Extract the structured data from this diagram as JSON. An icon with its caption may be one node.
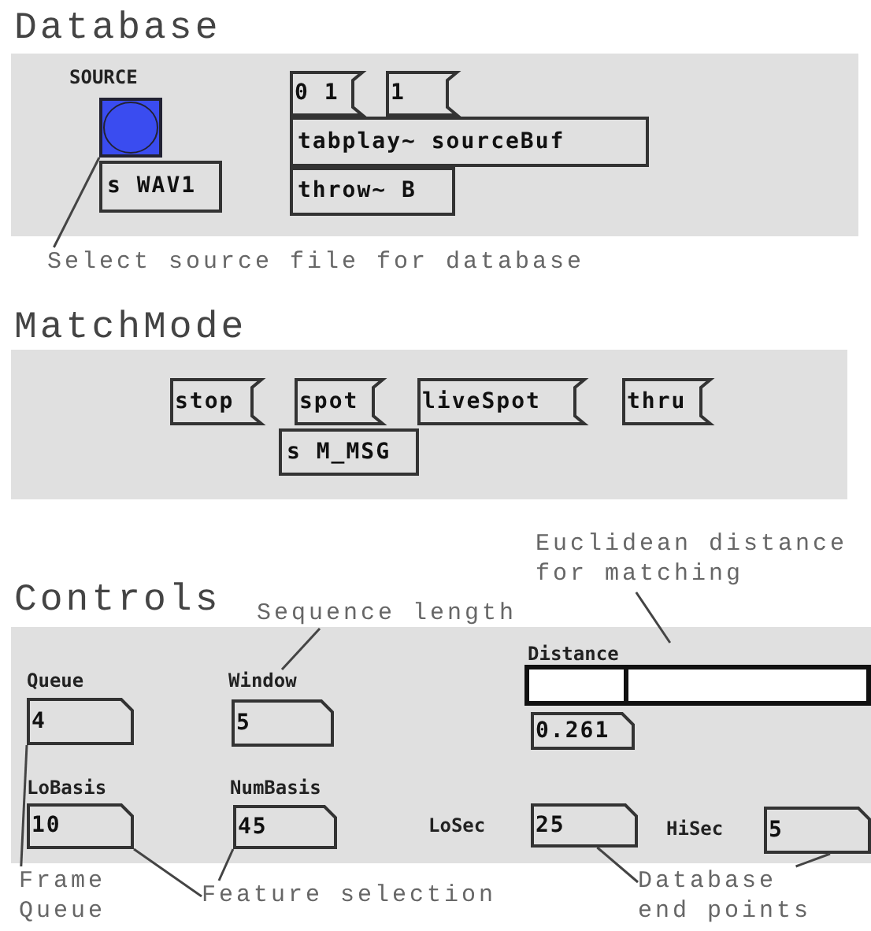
{
  "diagram": {
    "nodes": [
      {
        "text": [
          "Database"
        ]
      },
      {
        "text": [
          "SOURCE"
        ],
        "in": 0
      },
      {
        "text": [
          "s WAV1"
        ],
        "in": 0
      },
      {
        "text": [
          "0 1"
        ],
        "in": 0
      },
      {
        "text": [
          "1"
        ],
        "in": 0
      },
      {
        "text": [
          "tabplay~ sourceBuf"
        ],
        "in": 0
      },
      {
        "text": [
          "throw~ B"
        ],
        "in": 0
      },
      {
        "text": [
          "Select source file for database"
        ]
      },
      {
        "text": [
          "MatchMode"
        ]
      },
      {
        "text": [
          "stop"
        ],
        "in": 8
      },
      {
        "text": [
          "spot"
        ],
        "in": 8
      },
      {
        "text": [
          "liveSpot"
        ],
        "in": 8
      },
      {
        "text": [
          "thru"
        ],
        "in": 8
      },
      {
        "text": [
          "s M_MSG"
        ],
        "in": 8
      },
      {
        "text": [
          "Controls"
        ]
      },
      {
        "text": [
          "Queue",
          "4"
        ],
        "in": 14
      },
      {
        "text": [
          "Window",
          "5"
        ],
        "in": 14
      },
      {
        "text": [
          "Distance"
        ],
        "in": 14
      },
      {
        "text": [
          "0.261"
        ],
        "in": 14
      },
      {
        "text": [
          "LoBasis",
          "10"
        ],
        "in": 14
      },
      {
        "text": [
          "NumBasis",
          "45"
        ],
        "in": 14
      },
      {
        "text": [
          "LoSec",
          "25"
        ],
        "in": 14
      },
      {
        "text": [
          "HiSec",
          "5"
        ],
        "in": 14
      },
      {
        "text": [
          "Frame Queue"
        ]
      },
      {
        "text": [
          "Feature selection"
        ]
      },
      {
        "text": [
          "Database end points"
        ]
      },
      {
        "text": [
          "Sequence length"
        ]
      },
      {
        "text": [
          "Euclidean distance for matching"
        ]
      }
    ],
    "edges": [
      {
        "from": 7,
        "to": 1,
        "arrow": "none"
      },
      {
        "from": 23,
        "to": 15,
        "arrow": "none"
      },
      {
        "from": 24,
        "to": 19,
        "arrow": "none"
      },
      {
        "from": 24,
        "to": 20,
        "arrow": "none"
      },
      {
        "from": 25,
        "to": 21,
        "arrow": "none"
      },
      {
        "from": 25,
        "to": 22,
        "arrow": "none"
      },
      {
        "from": 26,
        "to": 16,
        "arrow": "none"
      },
      {
        "from": 27,
        "to": 17,
        "arrow": "none"
      }
    ]
  }
}
